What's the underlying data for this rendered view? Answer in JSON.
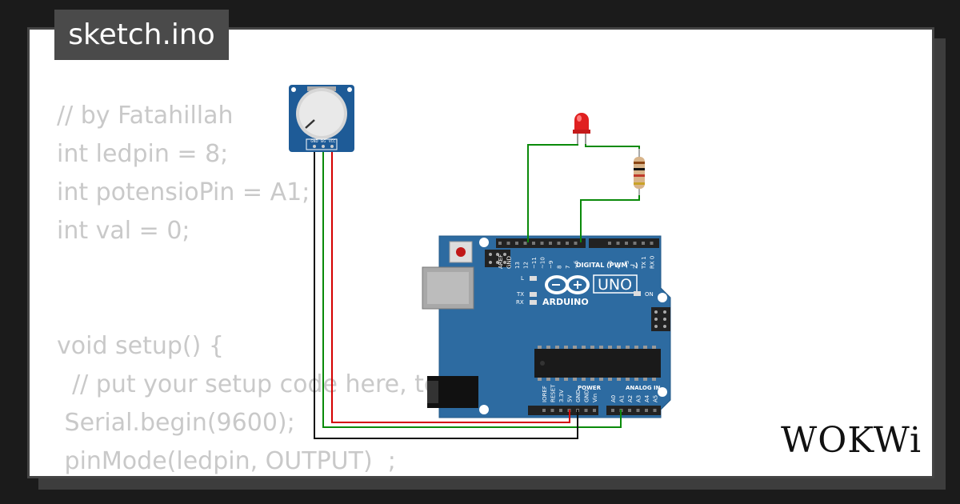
{
  "tab": {
    "title": "sketch.ino"
  },
  "code": {
    "lines": [
      "// by Fatahillah",
      "int ledpin = 8;",
      "int potensioPin = A1;",
      "int val = 0;",
      "",
      "",
      "void setup() {",
      "  // put your setup code here, to",
      " Serial.begin(9600);",
      " pinMode(ledpin, OUTPUT)  ;",
      "}"
    ]
  },
  "potentiometer": {
    "pins": [
      "GND",
      "SIG",
      "VCC"
    ]
  },
  "arduino": {
    "brand": "ARDUINO",
    "model": "UNO",
    "digital_label": "DIGITAL (PWM ~)",
    "power_label": "POWER",
    "analog_label": "ANALOG IN",
    "on_label": "ON",
    "l_label": "L",
    "tx_label": "TX",
    "rx_label": "RX",
    "digital_pins": [
      "AREF",
      "GND",
      "13",
      "12",
      "~11",
      "~10",
      "~9",
      "8",
      "7",
      "~6",
      "~5",
      "4",
      "~3",
      "2",
      "TX 1",
      "RX 0"
    ],
    "power_pins": [
      "IOREF",
      "RESET",
      "3.3V",
      "5V",
      "GND",
      "GND",
      "Vin"
    ],
    "analog_pins": [
      "A0",
      "A1",
      "A2",
      "A3",
      "A4",
      "A5"
    ]
  },
  "colors": {
    "board": "#2d6ba1",
    "wire_red": "#d40000",
    "wire_green": "#0a8a0a",
    "wire_black": "#111111",
    "led": "#e02020"
  },
  "branding": {
    "logo": "WOKWi"
  }
}
